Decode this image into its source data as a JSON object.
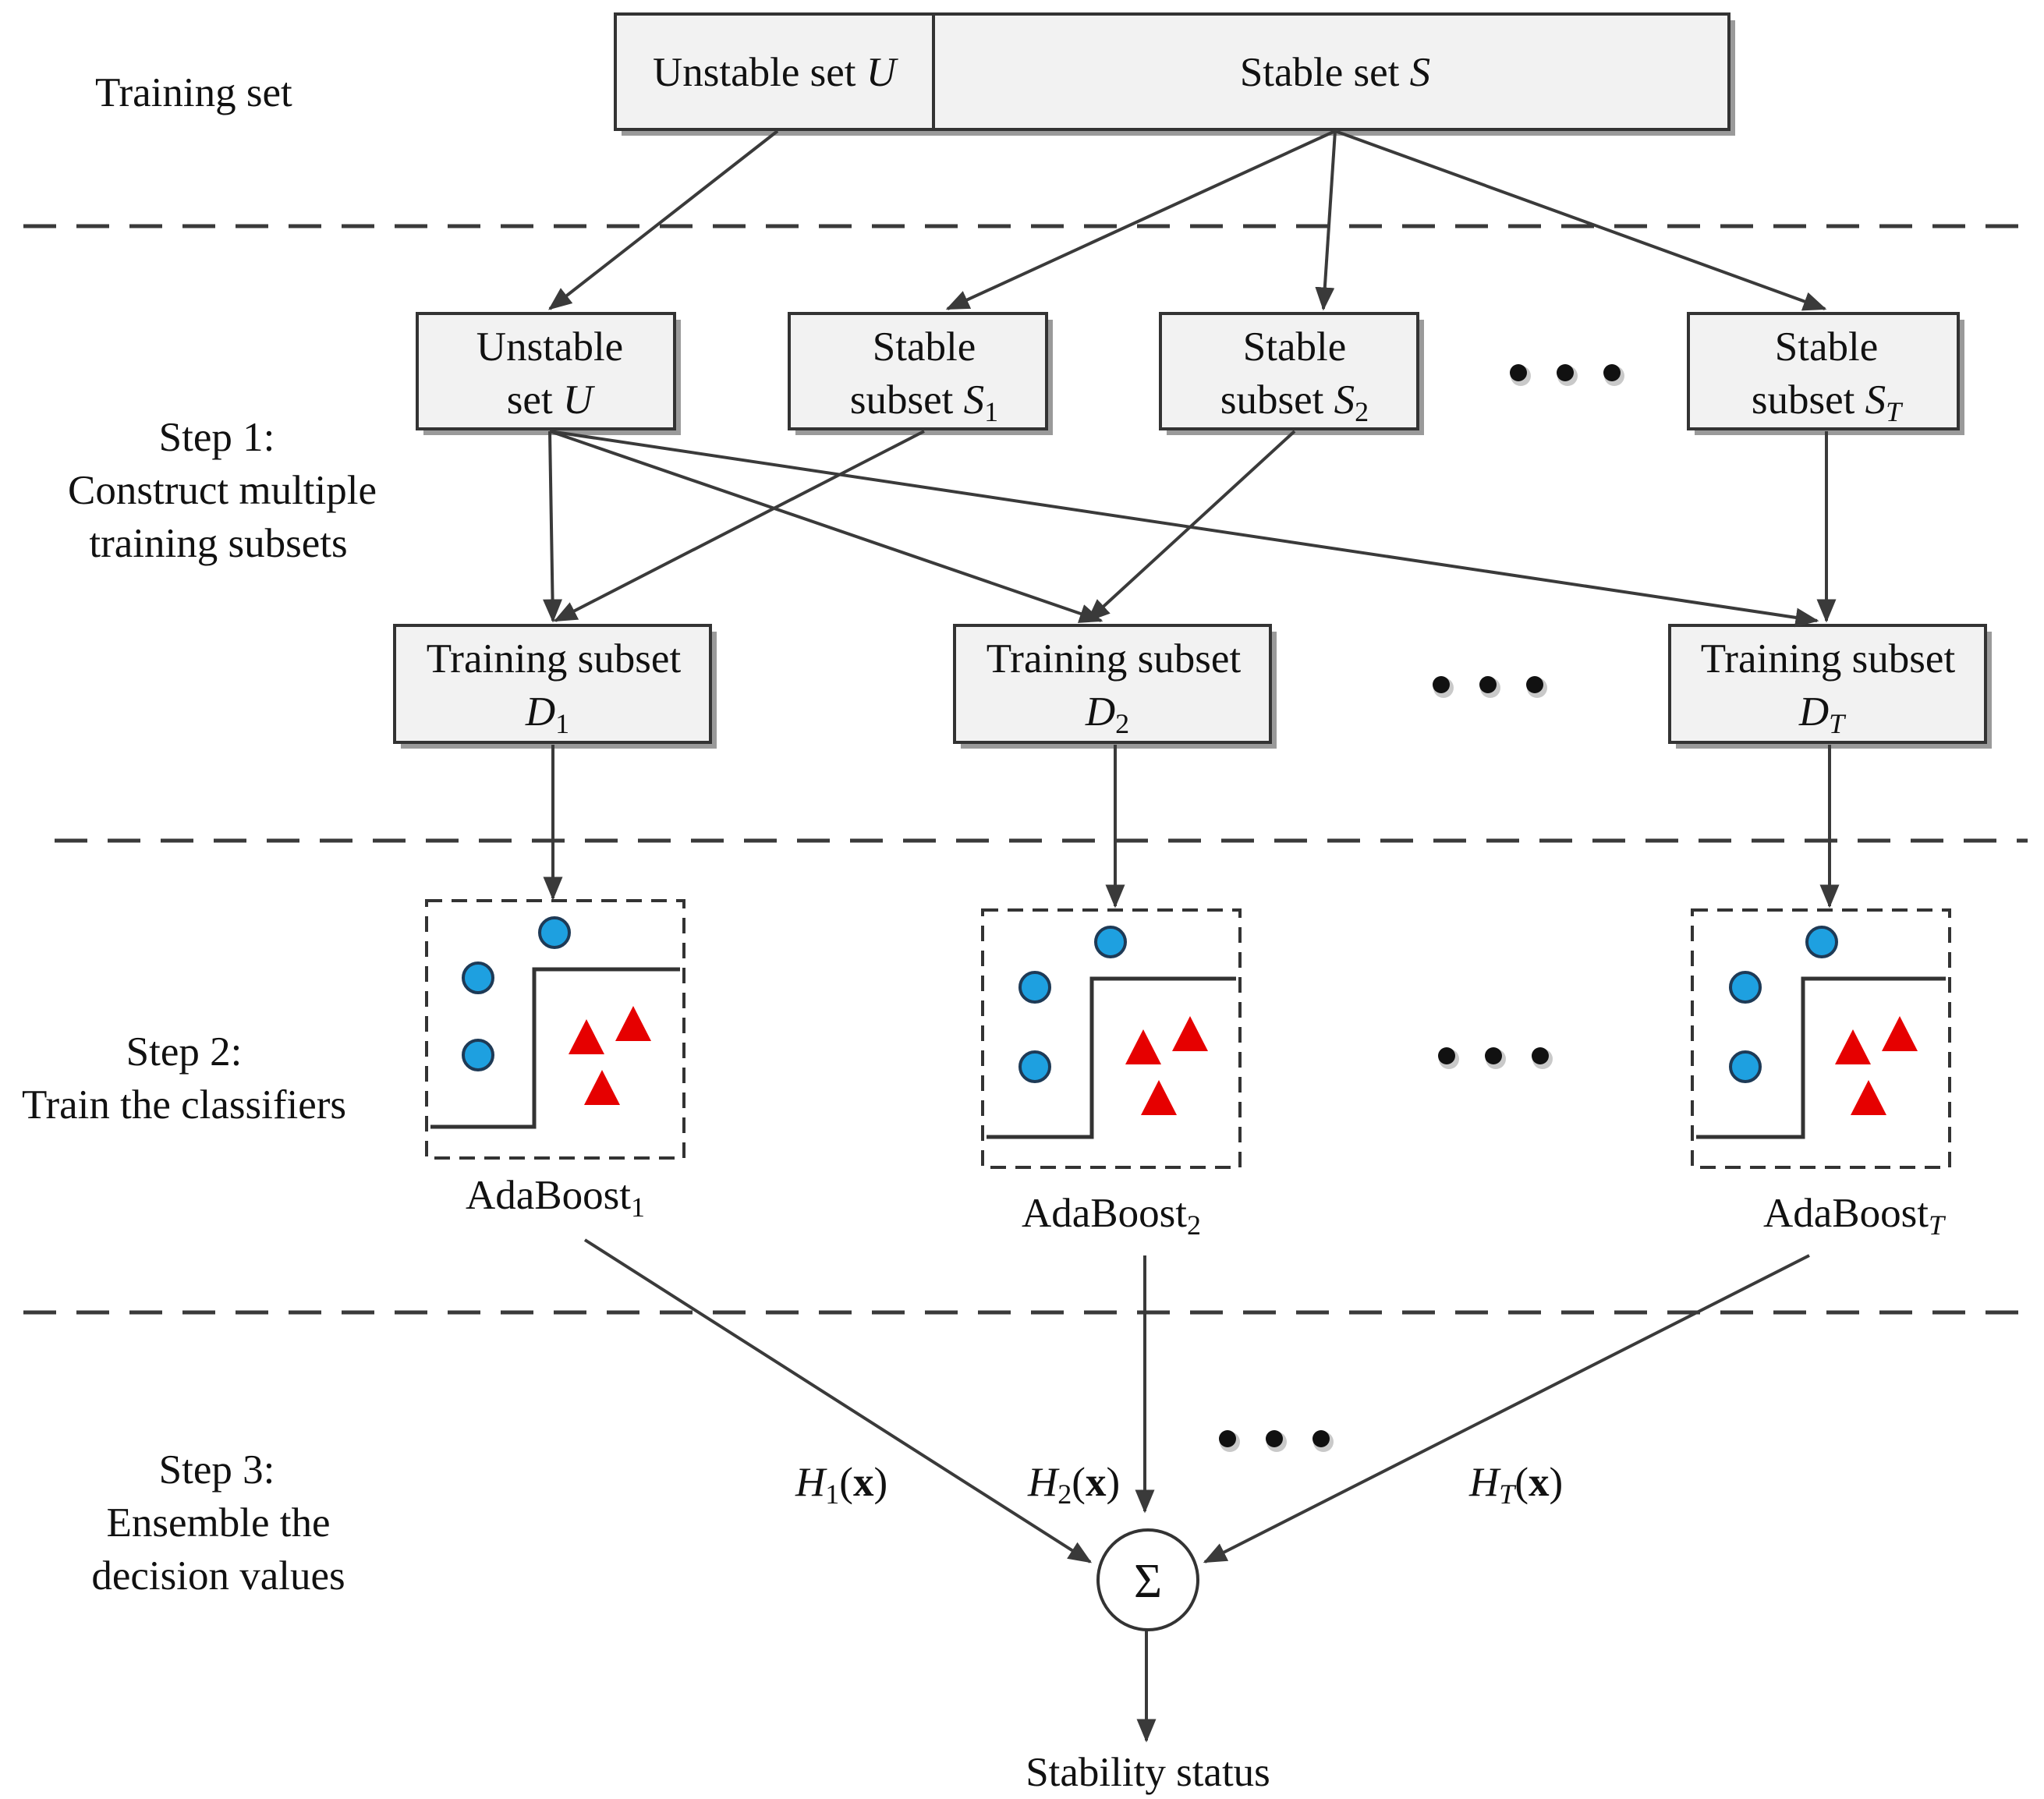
{
  "colors": {
    "box_fill": "#f2f2f2",
    "box_stroke": "#333333",
    "circle_class": "#1ea0e0",
    "triangle_class": "#e60000",
    "line": "#3a3a3a"
  },
  "left_labels": {
    "training_set": "Training set",
    "step1": [
      "Step 1:",
      "Construct multiple",
      "training subsets"
    ],
    "step2": [
      "Step 2:",
      "Train the classifiers"
    ],
    "step3": [
      "Step 3:",
      "Ensemble the",
      "decision values"
    ]
  },
  "training_set_bar": {
    "unstable": {
      "text": "Unstable set ",
      "var": "U"
    },
    "stable": {
      "text": "Stable set ",
      "var": "S"
    }
  },
  "subset_row": {
    "unstable": {
      "line1": "Unstable",
      "line2_text": "set ",
      "line2_var": "U"
    },
    "stable": [
      {
        "line1": "Stable",
        "line2_text": "subset ",
        "var": "S",
        "sub": "1"
      },
      {
        "line1": "Stable",
        "line2_text": "subset ",
        "var": "S",
        "sub": "2"
      },
      {
        "line1": "Stable",
        "line2_text": "subset ",
        "var": "S",
        "sub": "T"
      }
    ]
  },
  "training_subsets": [
    {
      "line1": "Training subset",
      "var": "D",
      "sub": "1"
    },
    {
      "line1": "Training subset",
      "var": "D",
      "sub": "2"
    },
    {
      "line1": "Training subset",
      "var": "D",
      "sub": "T"
    }
  ],
  "classifiers": [
    {
      "name": "AdaBoost",
      "sub": "1"
    },
    {
      "name": "AdaBoost",
      "sub": "2"
    },
    {
      "name": "AdaBoost",
      "sub": "T"
    }
  ],
  "decision_values": [
    {
      "var": "H",
      "sub": "1",
      "arg": "x"
    },
    {
      "var": "H",
      "sub": "2",
      "arg": "x"
    },
    {
      "var": "H",
      "sub": "T",
      "arg": "x"
    }
  ],
  "sum_symbol": "Σ",
  "output": "Stability status",
  "icons": {
    "ellipsis": "ellipsis-dots",
    "class_a": "blue-circle-marker",
    "class_b": "red-triangle-marker"
  }
}
